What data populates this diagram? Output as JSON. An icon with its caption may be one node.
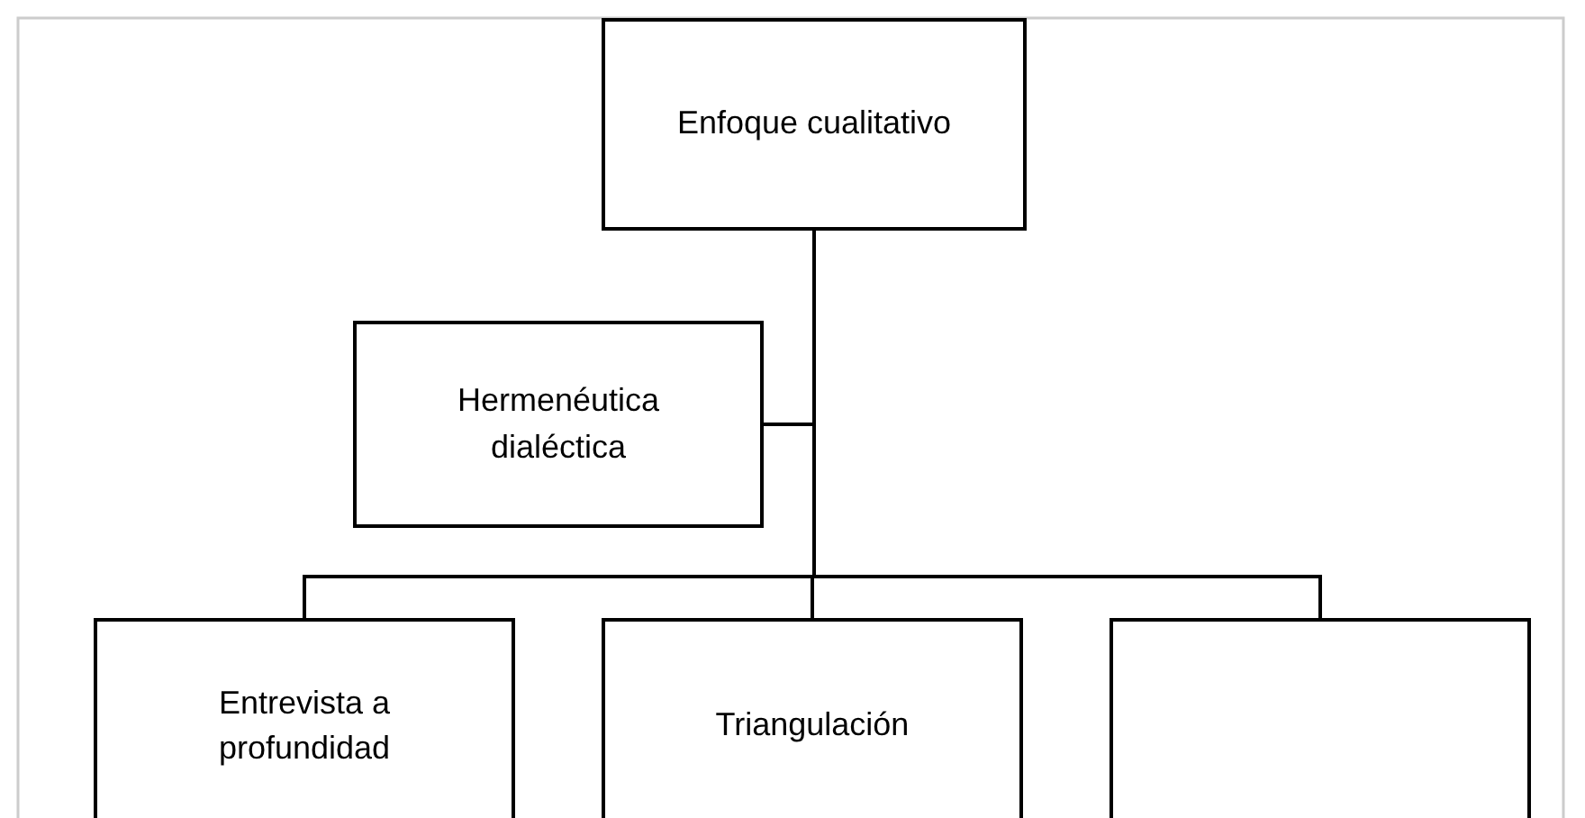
{
  "diagram": {
    "nodes": [
      {
        "text": [
          "Enfoque cualitativo"
        ]
      },
      {
        "text": [
          "Hermenéutica dialéctica"
        ]
      },
      {
        "text": [
          "Entrevista a profundidad"
        ]
      },
      {
        "text": [
          "Triangulación"
        ]
      },
      {
        "text": [],
        "shape": "box"
      }
    ],
    "edges": [
      {
        "from": 0,
        "to": 1,
        "arrow": "none"
      },
      {
        "from": 0,
        "to": 2,
        "arrow": "none"
      },
      {
        "from": 0,
        "to": 3,
        "arrow": "none"
      },
      {
        "from": 0,
        "to": 4,
        "arrow": "none"
      }
    ]
  }
}
